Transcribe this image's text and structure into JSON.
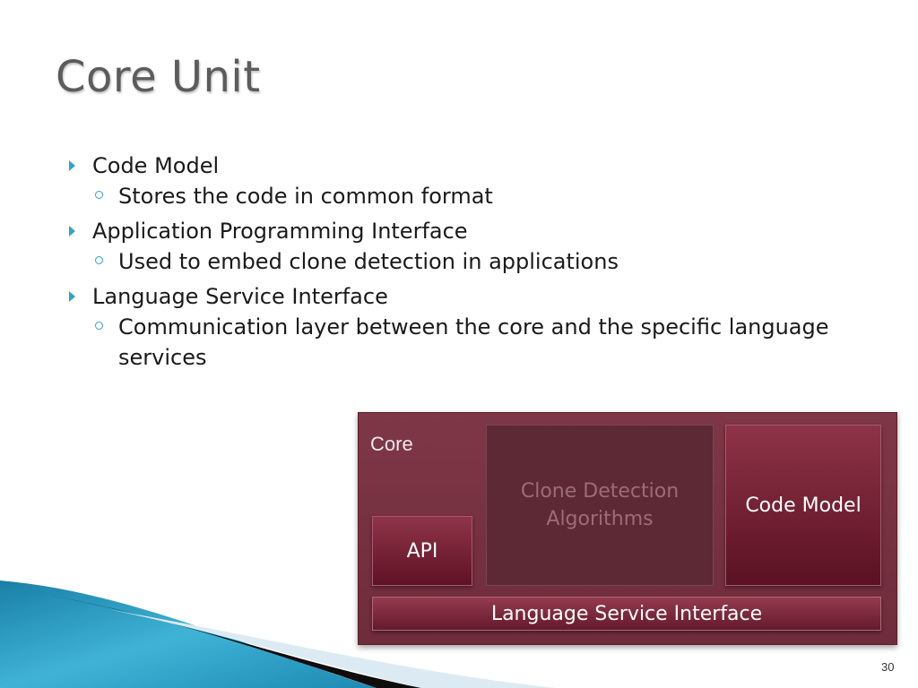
{
  "slide": {
    "title": "Core Unit",
    "page_number": "30"
  },
  "bullets": [
    {
      "text": "Code Model",
      "sub": "Stores the code in common format"
    },
    {
      "text": "Application Programming Interface",
      "sub": "Used to embed clone detection in applications"
    },
    {
      "text": "Language Service Interface",
      "sub": "Communication layer between the core and the specific language services"
    }
  ],
  "diagram": {
    "container_label": "Core",
    "api": "API",
    "clone_detection_line1": "Clone Detection",
    "clone_detection_line2": "Algorithms",
    "code_model": "Code Model",
    "language_service_interface": "Language Service Interface"
  },
  "colors": {
    "accent": "#2fa4c7",
    "diagram_bg": "#7e3746",
    "box_dark": "#5e1224"
  }
}
